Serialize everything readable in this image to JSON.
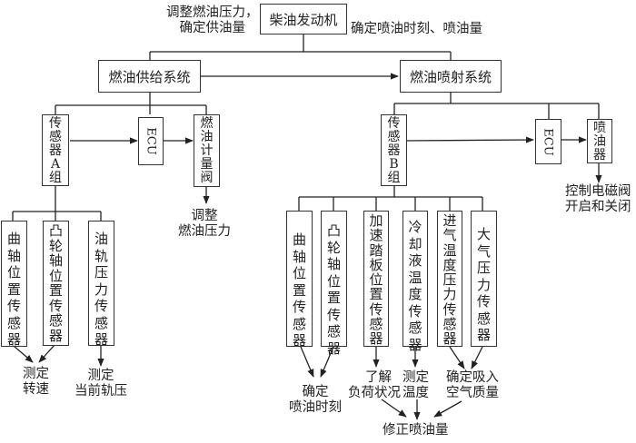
{
  "title": "柴油发动机",
  "annotations": {
    "left_top": [
      "调整燃油压力，",
      "确定供油量"
    ],
    "right_top": "确定喷油时刻、喷油量"
  },
  "systems": {
    "supply": "燃油供给系统",
    "injection": "燃油喷射系统"
  },
  "supply_branch": {
    "sensor_group": [
      "传",
      "感",
      "器",
      "A",
      "组"
    ],
    "ecu": "ECU",
    "metering_valve": [
      "燃",
      "油",
      "计",
      "量",
      "阀"
    ],
    "valve_output": [
      "调整",
      "燃油压力"
    ],
    "sensors": [
      {
        "name": [
          "曲",
          "轴",
          "位",
          "置",
          "传",
          "感",
          "器"
        ]
      },
      {
        "name": [
          "凸",
          "轮",
          "轴",
          "位",
          "置",
          "传",
          "感",
          "器"
        ]
      },
      {
        "name": [
          "油",
          "轨",
          "压",
          "力",
          "传",
          "感",
          "器"
        ]
      }
    ],
    "outputs": [
      {
        "lines": [
          "测定",
          "转速"
        ]
      },
      {
        "lines": [
          "测定",
          "当前轨压"
        ]
      }
    ]
  },
  "injection_branch": {
    "sensor_group": [
      "传",
      "感",
      "器",
      "B",
      "组"
    ],
    "ecu": "ECU",
    "injector": [
      "喷",
      "油",
      "器"
    ],
    "injector_output": [
      "控制电磁阀",
      "开启和关闭"
    ],
    "sensors": [
      {
        "name": [
          "曲",
          "轴",
          "位",
          "置",
          "传",
          "感",
          "器"
        ]
      },
      {
        "name": [
          "凸",
          "轮",
          "轴",
          "位",
          "置",
          "传",
          "感",
          "器"
        ]
      },
      {
        "name": [
          "加",
          "速",
          "踏",
          "板",
          "位",
          "置",
          "传",
          "感",
          "器"
        ]
      },
      {
        "name": [
          "冷",
          "却",
          "液",
          "温",
          "度",
          "传",
          "感",
          "器"
        ]
      },
      {
        "name": [
          "进",
          "气",
          "温",
          "度",
          "压",
          "力",
          "传",
          "感",
          "器"
        ]
      },
      {
        "name": [
          "大",
          "气",
          "压",
          "力",
          "传",
          "感",
          "器"
        ]
      }
    ],
    "outputs": [
      {
        "lines": [
          "确定",
          "喷油时刻"
        ]
      },
      {
        "lines": [
          "了解",
          "负荷状况"
        ]
      },
      {
        "lines": [
          "测定",
          "温度"
        ]
      },
      {
        "lines": [
          "确定吸入",
          "空气质量"
        ]
      }
    ],
    "final_output": "修正喷油量"
  }
}
